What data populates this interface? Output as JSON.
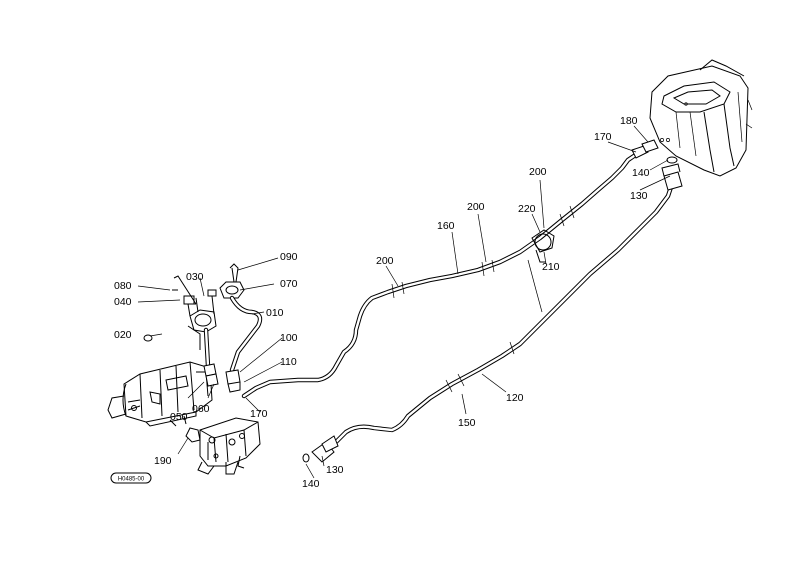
{
  "diagram": {
    "reference_code": "H0485-00",
    "callouts": [
      {
        "id": "010",
        "label": "010"
      },
      {
        "id": "020",
        "label": "020"
      },
      {
        "id": "030",
        "label": "030"
      },
      {
        "id": "040",
        "label": "040"
      },
      {
        "id": "050",
        "label": "050"
      },
      {
        "id": "060",
        "label": "060"
      },
      {
        "id": "070",
        "label": "070"
      },
      {
        "id": "080",
        "label": "080"
      },
      {
        "id": "090",
        "label": "090"
      },
      {
        "id": "100",
        "label": "100"
      },
      {
        "id": "110",
        "label": "110"
      },
      {
        "id": "120",
        "label": "120"
      },
      {
        "id": "130a",
        "label": "130"
      },
      {
        "id": "130b",
        "label": "130"
      },
      {
        "id": "140a",
        "label": "140"
      },
      {
        "id": "140b",
        "label": "140"
      },
      {
        "id": "150",
        "label": "150"
      },
      {
        "id": "160",
        "label": "160"
      },
      {
        "id": "170a",
        "label": "170"
      },
      {
        "id": "170b",
        "label": "170"
      },
      {
        "id": "180",
        "label": "180"
      },
      {
        "id": "190",
        "label": "190"
      },
      {
        "id": "200a",
        "label": "200"
      },
      {
        "id": "200b",
        "label": "200"
      },
      {
        "id": "200c",
        "label": "200"
      },
      {
        "id": "210",
        "label": "210"
      },
      {
        "id": "220",
        "label": "220"
      }
    ]
  }
}
